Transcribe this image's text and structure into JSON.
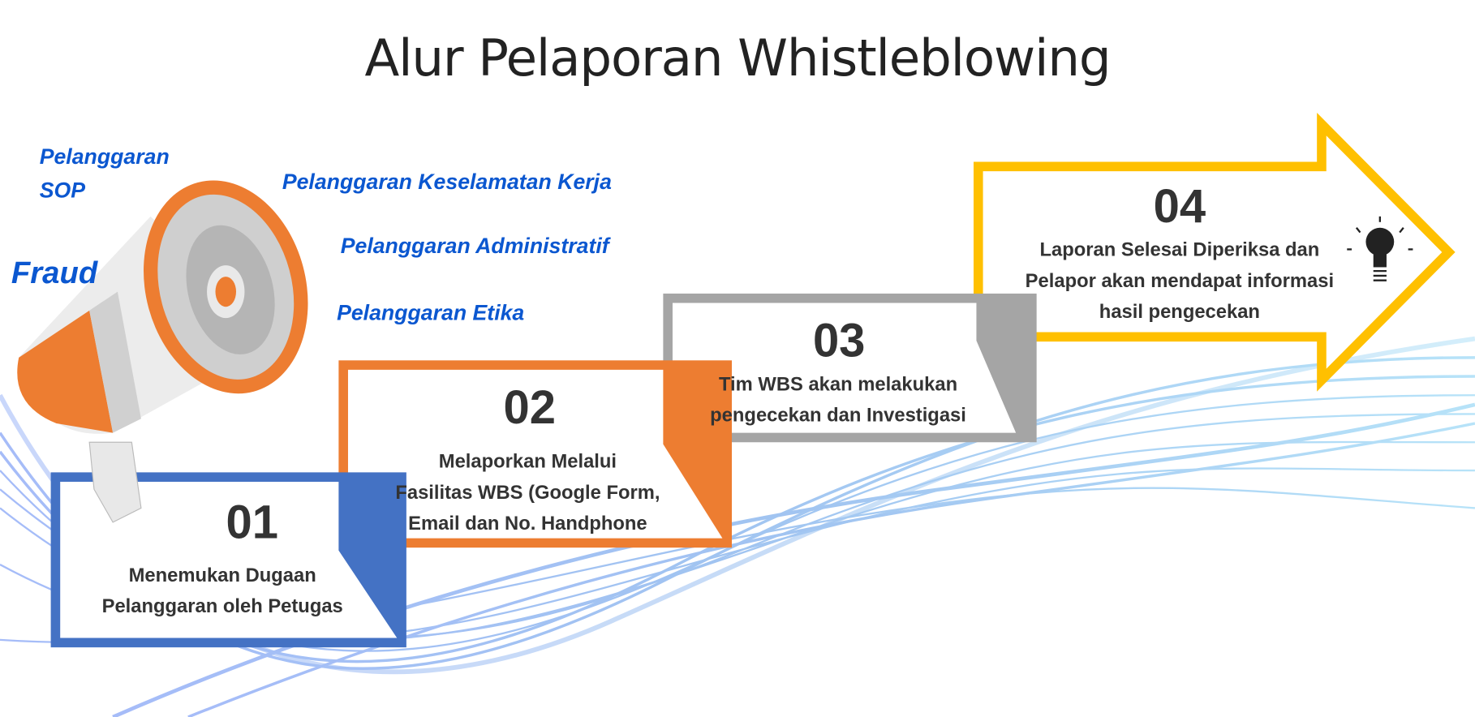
{
  "title": "Alur Pelaporan Whistleblowing",
  "categories": {
    "sop_line1": "Pelanggaran",
    "sop_line2": "SOP",
    "fraud": "Fraud",
    "keselamatan": "Pelanggaran Keselamatan Kerja",
    "administratif": "Pelanggaran Administratif",
    "etika": "Pelanggaran Etika"
  },
  "steps": [
    {
      "number": "01",
      "lines": [
        "Menemukan Dugaan",
        "Pelanggaran oleh Petugas"
      ],
      "color": "#4472c4"
    },
    {
      "number": "02",
      "lines": [
        "Melaporkan Melalui",
        "Fasilitas WBS (Google Form,",
        "Email dan No. Handphone"
      ],
      "color": "#ed7d31"
    },
    {
      "number": "03",
      "lines": [
        "Tim WBS akan melakukan",
        "pengecekan dan Investigasi"
      ],
      "color": "#a5a5a5"
    },
    {
      "number": "04",
      "lines": [
        "Laporan Selesai Diperiksa dan",
        "Pelapor akan mendapat informasi",
        "hasil pengecekan"
      ],
      "color": "#ffc000"
    }
  ],
  "icons": [
    "megaphone-icon",
    "lightbulb-icon"
  ]
}
